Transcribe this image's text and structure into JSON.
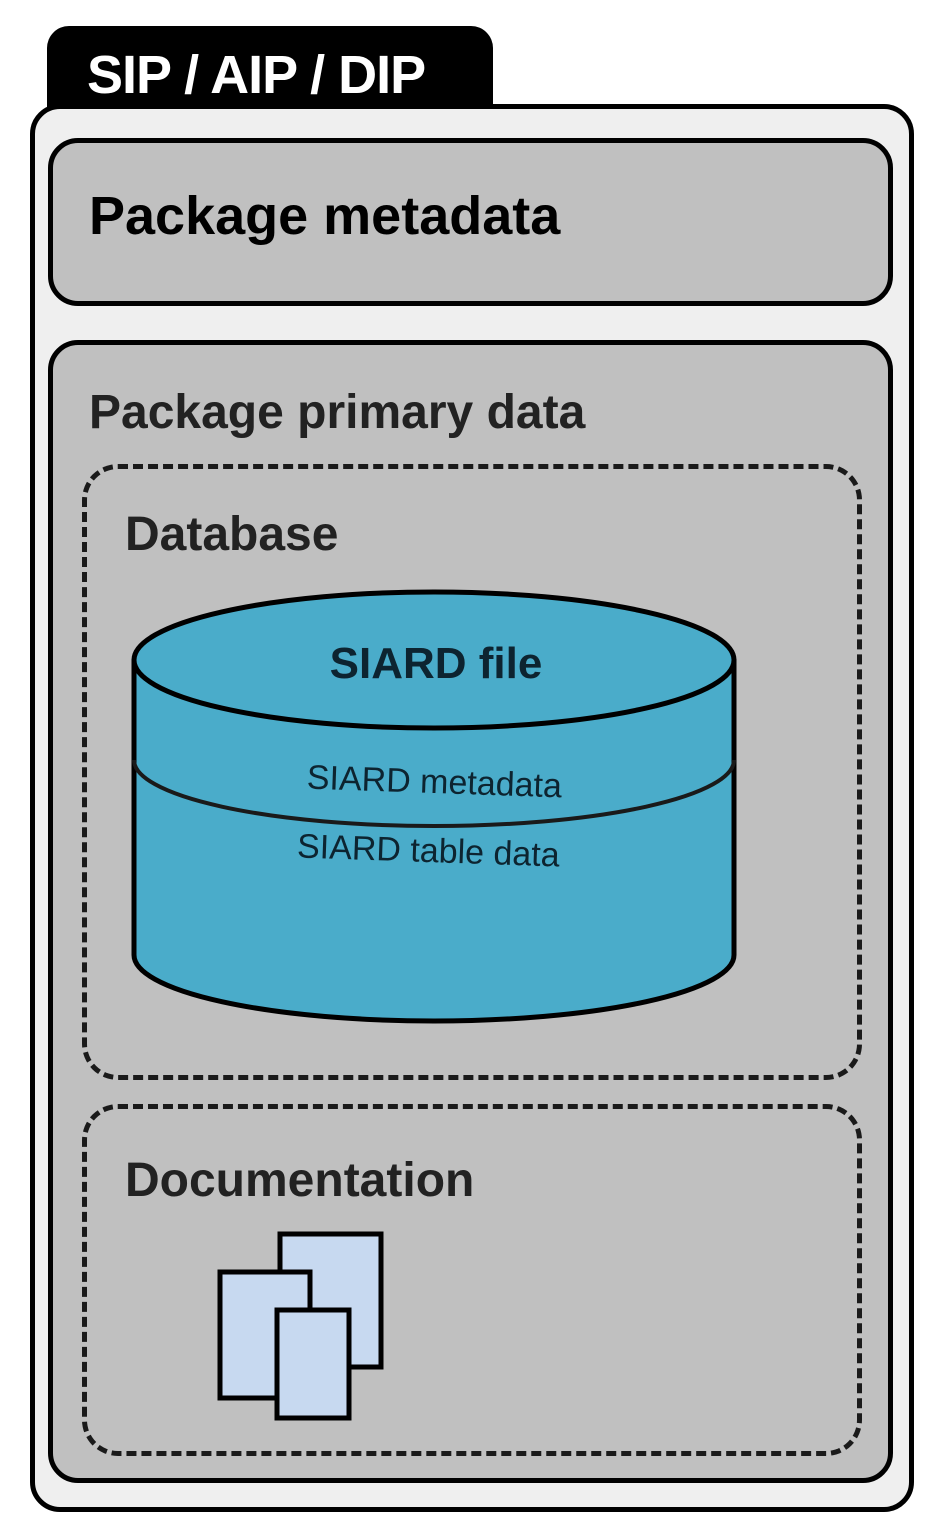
{
  "package_tab": {
    "label": "SIP / AIP / DIP"
  },
  "package_metadata": {
    "label": "Package metadata"
  },
  "package_primary_data": {
    "label": "Package primary data",
    "database": {
      "label": "Database",
      "siard_file": {
        "label": "SIARD file",
        "metadata_label": "SIARD metadata",
        "table_data_label": "SIARD table data"
      }
    },
    "documentation": {
      "label": "Documentation",
      "icon": "documents-stack-icon"
    }
  },
  "colors": {
    "tab": "#000000",
    "box_fill": "#c0c0c0",
    "outer_fill": "#efefef",
    "cylinder_fill": "#4aacca",
    "document_fill": "#c7d9f0"
  }
}
